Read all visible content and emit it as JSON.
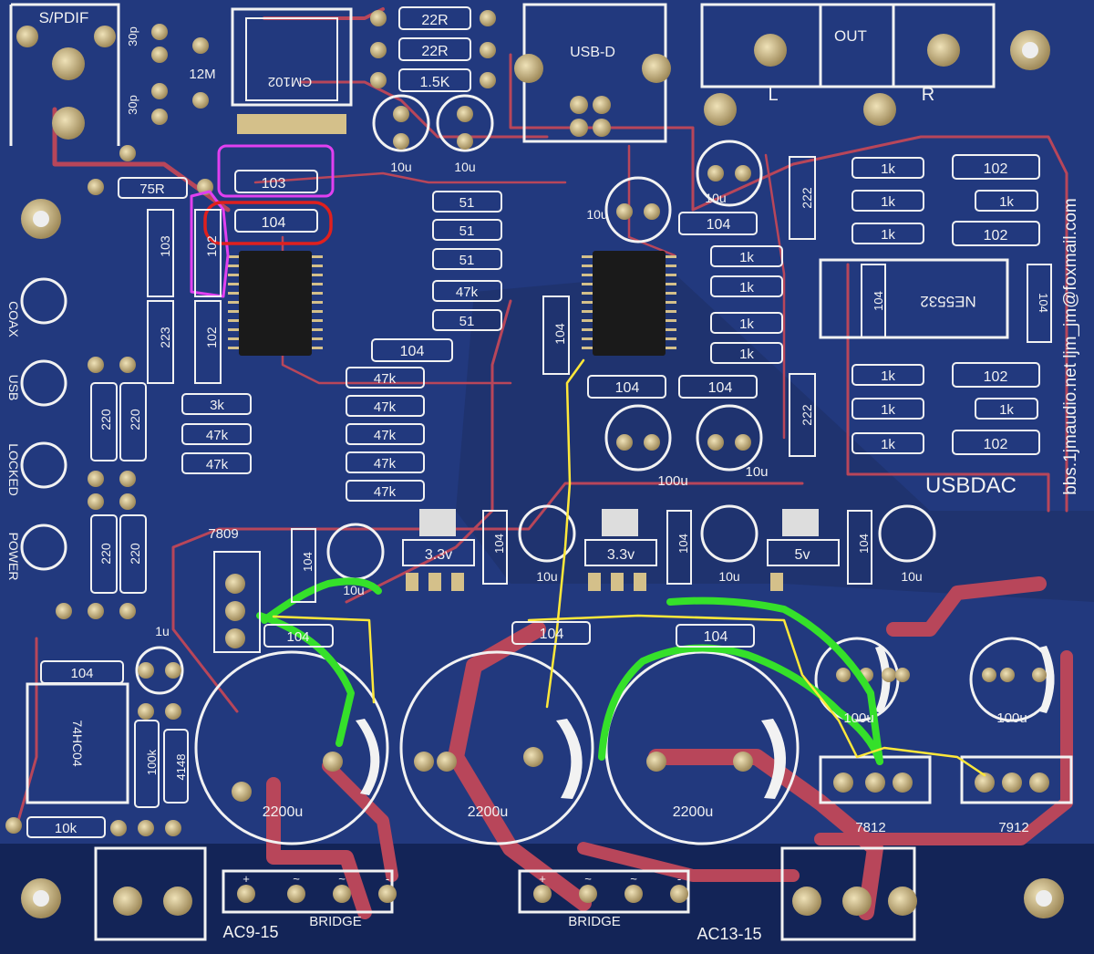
{
  "board": {
    "colors": {
      "substrate": "#1b2d6b",
      "plane": "#223a80",
      "trace": "#b8465a",
      "silk": "#f2f2f2",
      "pad": "#c8b58a",
      "mark_green": "#35e02a",
      "mark_yellow": "#ffe83a",
      "mark_magenta": "#e040f0",
      "mark_red": "#e0201e"
    },
    "header": {
      "spdif": "S/PDIF",
      "out": "OUT",
      "left": "L",
      "right": "R",
      "usb_d": "USB-D"
    },
    "side_labels": {
      "coax": "COAX",
      "usb": "USB",
      "locked": "LOCKED",
      "power": "POWER",
      "contact": "bbs.1jmaudio.net    ljm_jm@foxmail.com",
      "usbdac": "USBDAC"
    },
    "chips": {
      "cm102": "CM102",
      "ne5532": "NE5532",
      "hc04": "74HC04"
    },
    "regulators": {
      "r7809": "7809",
      "r33a": "3.3v",
      "r33b": "3.3v",
      "r5": "5v",
      "r7812": "7812",
      "r7912": "7912"
    },
    "bottom": {
      "ac_left": "AC9-15",
      "ac_right": "AC13-15",
      "bridge_left": "BRIDGE",
      "bridge_right": "BRIDGE",
      "pol_plus": "+",
      "pol_ac": "~",
      "pol_minus": "-"
    },
    "top_parts": {
      "c30a": "30p",
      "c30b": "30p",
      "xtal": "12M",
      "r22a": "22R",
      "r22b": "22R",
      "r15k": "1.5K",
      "c10u_a": "10u",
      "c10u_b": "10u"
    },
    "parts": {
      "r75": "75R",
      "c103h": "103",
      "c104h": "104",
      "c103v": "103",
      "c102v_a": "102",
      "c223v_a": "223",
      "c102v_b": "102",
      "r220a": "220",
      "r220b": "220",
      "r220c": "220",
      "r220d": "220",
      "r3k": "3k",
      "r47k_a": "47k",
      "r47k_b": "47k",
      "r51a": "51",
      "r51b": "51",
      "r51c": "51",
      "r47k_c": "47k",
      "r51d": "51",
      "c104m": "104",
      "r47k_d": "47k",
      "r47k_e": "47k",
      "r47k_f": "47k",
      "r47k_g": "47k",
      "r47k_h": "47k",
      "c104v_mid": "104",
      "c104_a": "104",
      "c104_b": "104",
      "c10u_c": "10u",
      "c10u_d": "10u",
      "r1k_a": "1k",
      "r1k_b": "1k",
      "r1k_c": "1k",
      "r1k_d": "1k",
      "c100u_a": "100u",
      "c10u_e": "10u",
      "c222a": "222",
      "r1k_e": "1k",
      "r1k_f": "1k",
      "r1k_g": "1k",
      "c102_a": "102",
      "r1k_h": "1k",
      "c102_b": "102",
      "c104r_a": "104",
      "c104r_b": "104",
      "c222b": "222",
      "r1k_i": "1k",
      "r1k_j": "1k",
      "r1k_k": "1k",
      "c102_c": "102",
      "r1k_l": "1k",
      "c102_d": "102",
      "c104_reg1": "104",
      "c104_reg2": "104",
      "c104_reg3": "104",
      "c104_reg4": "104",
      "c10u_r1": "10u",
      "c10u_r2": "10u",
      "c10u_r3": "10u",
      "c10u_r4": "10u",
      "c104_h1": "104",
      "c104_h2": "104",
      "c104_h3": "104",
      "c1u": "1u",
      "c104_left": "104",
      "r100k": "100k",
      "d4148": "4148",
      "r10k": "10k",
      "c2200_a": "2200u",
      "c2200_b": "2200u",
      "c2200_c": "2200u",
      "c100u_b": "100u",
      "c100u_c": "100u"
    }
  }
}
